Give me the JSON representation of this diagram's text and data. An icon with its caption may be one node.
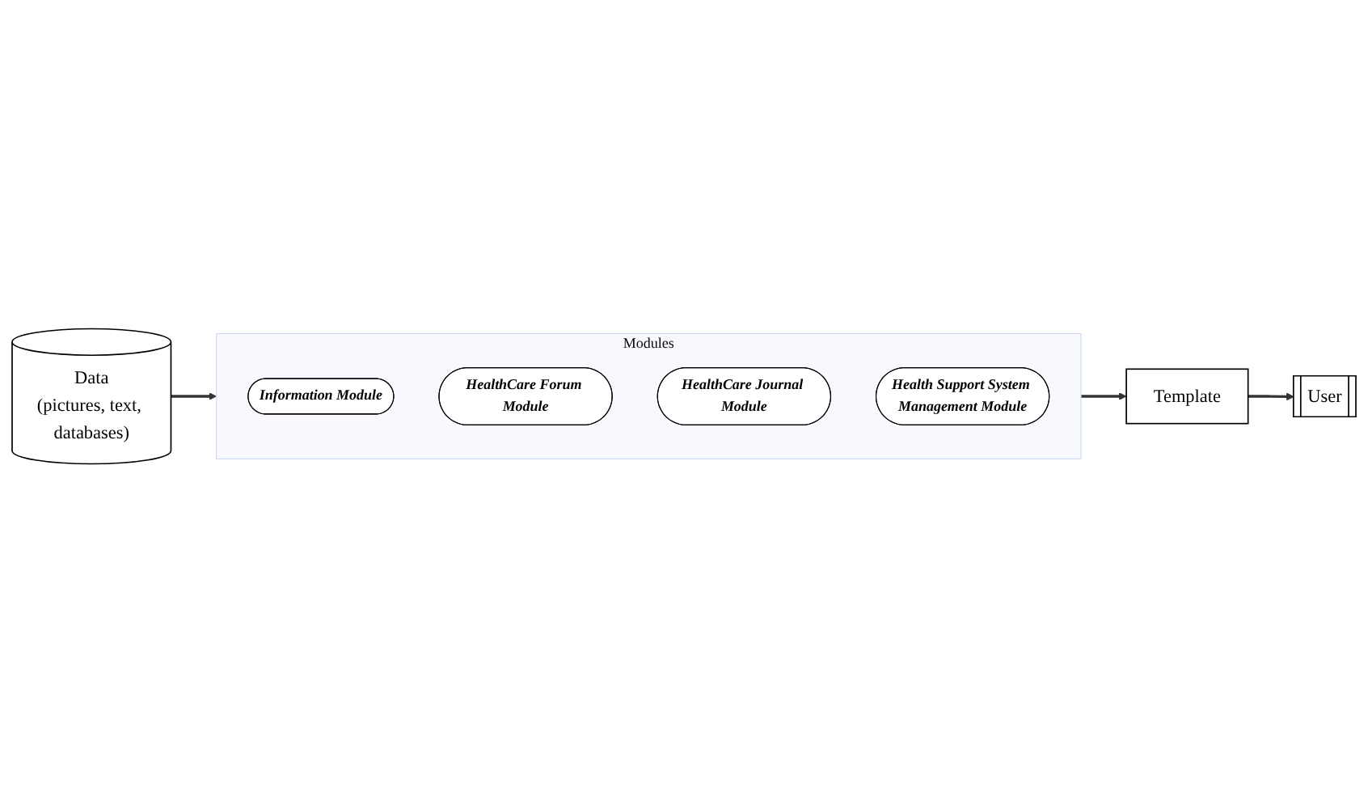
{
  "diagram": {
    "nodes": [
      {
        "text": [
          "Data",
          "(pictures, text, databases)"
        ]
      },
      {
        "text": [
          "Modules"
        ]
      },
      {
        "text": [
          "Information Module"
        ],
        "in": 1
      },
      {
        "text": [
          "HealthCare Forum Module"
        ],
        "in": 1
      },
      {
        "text": [
          "HealthCare Journal Module"
        ],
        "in": 1
      },
      {
        "text": [
          "Health Support System Management Module"
        ],
        "in": 1
      },
      {
        "text": [
          "Template"
        ]
      },
      {
        "text": [
          "User"
        ]
      }
    ],
    "edges": [
      {
        "from": 0,
        "to": 1,
        "arrow": "to"
      },
      {
        "from": 1,
        "to": 6,
        "arrow": "to"
      },
      {
        "from": 6,
        "to": 7,
        "arrow": "to"
      }
    ]
  }
}
